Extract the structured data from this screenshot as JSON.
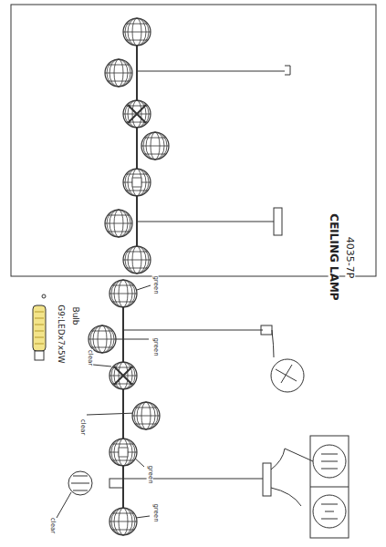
{
  "diagram": {
    "labels": [
      "4035-7P",
      "CEILING LAMP",
      "Bulb",
      "G9:LEDx7x5W",
      "green",
      "green",
      "clear",
      "clear",
      "green",
      "green",
      "clear"
    ]
  }
}
